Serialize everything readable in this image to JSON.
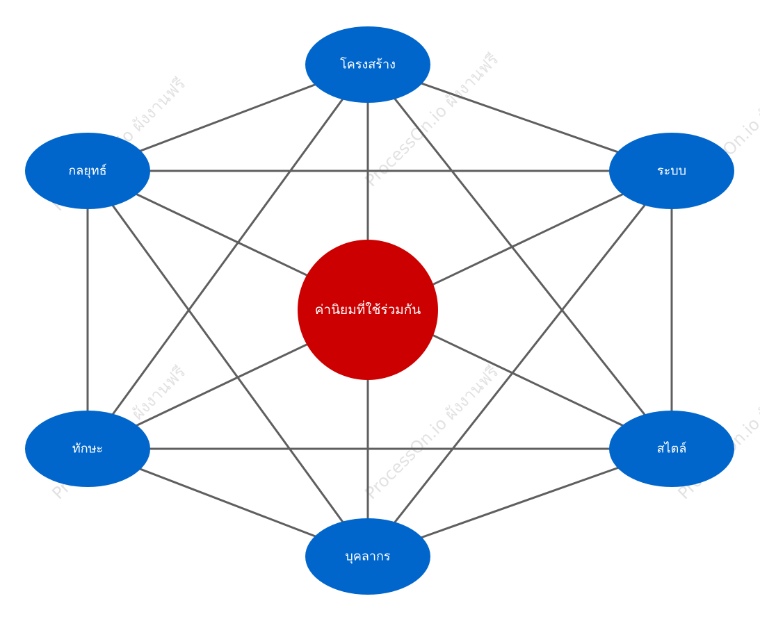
{
  "diagram": {
    "center": {
      "label": "ค่านิยมที่ใช้ร่วมกัน",
      "color": "#cc0000"
    },
    "nodes": [
      {
        "id": "structure",
        "label": "โครงสร้าง"
      },
      {
        "id": "strategy",
        "label": "กลยุทธ์"
      },
      {
        "id": "system",
        "label": "ระบบ"
      },
      {
        "id": "skills",
        "label": "ทักษะ"
      },
      {
        "id": "style",
        "label": "สไตล์"
      },
      {
        "id": "staff",
        "label": "บุคลากร"
      }
    ],
    "node_color": "#0066cc",
    "edge_color": "#5f5f5f",
    "watermark": "ProcessOn.io ผังงานฟรี"
  }
}
